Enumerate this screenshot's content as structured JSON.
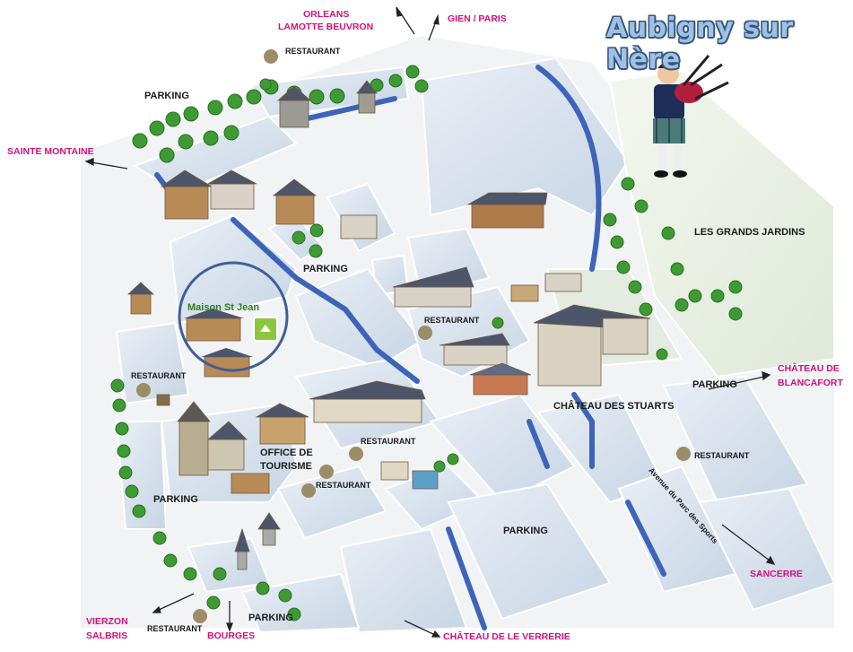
{
  "title": "Aubigny sur Nère",
  "destinations": {
    "orleans": "ORLEANS",
    "lamotte": "LAMOTTE BEUVRON",
    "gien": "GIEN / PARIS",
    "sainte_montaine": "SAINTE MONTAINE",
    "chateau_blancafort_1": "CHÂTEAU DE",
    "chateau_blancafort_2": "BLANCAFORT",
    "sancerre": "SANCERRE",
    "verrerie": "CHÂTEAU DE LE VERRERIE",
    "vierzon": "VIERZON",
    "salbris": "SALBRIS",
    "bourges": "BOURGES"
  },
  "places": {
    "parking_nw": "PARKING",
    "parking_center": "PARKING",
    "parking_east": "PARKING",
    "parking_sw": "PARKING",
    "parking_south": "PARKING",
    "parking_bottom": "PARKING",
    "grands_jardins": "LES GRANDS JARDINS",
    "chateau_stuarts": "CHÂTEAU DES STUARTS",
    "office_1": "OFFICE DE",
    "office_2": "TOURISME",
    "maison_st_jean": "Maison St Jean",
    "avenue": "Avenue du Parc des Sports"
  },
  "restaurants": [
    "RESTAURANT",
    "RESTAURANT",
    "RESTAURANT",
    "RESTAURANT",
    "RESTAURANT",
    "RESTAURANT",
    "RESTAURANT"
  ],
  "colors": {
    "destination": "#d4117a",
    "title_fill": "#9ec2e6",
    "title_outline": "#38577e",
    "canal": "#3d64b8",
    "highlight_circle": "#3f5f97",
    "restaurant_dot": "#9a8d67",
    "tree": "#3e9a32",
    "block": "#d7e2ee"
  }
}
